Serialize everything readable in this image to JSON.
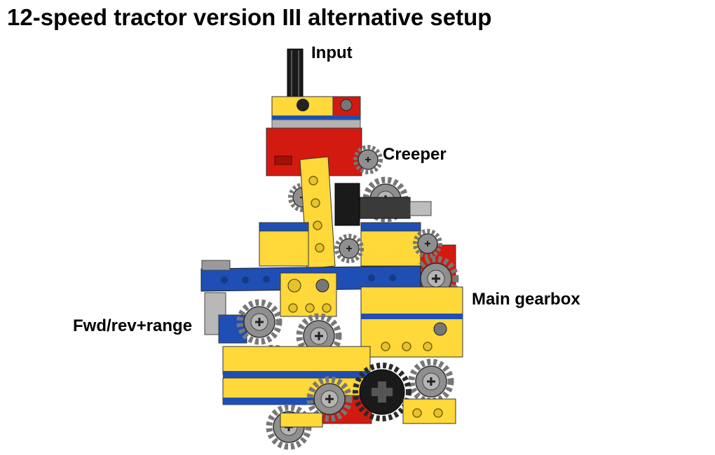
{
  "title": "12-speed tractor version III alternative setup",
  "labels": {
    "input": "Input",
    "creeper": "Creeper",
    "main_gearbox": "Main gearbox",
    "fwd_rev_range": "Fwd/rev+range"
  },
  "colors": {
    "yellow": "#FFD83A",
    "red": "#D31A10",
    "blue": "#1F4FB4",
    "gray": "#9A9A9A",
    "dark_gray": "#6E6E6E",
    "black": "#1A1A1A"
  }
}
